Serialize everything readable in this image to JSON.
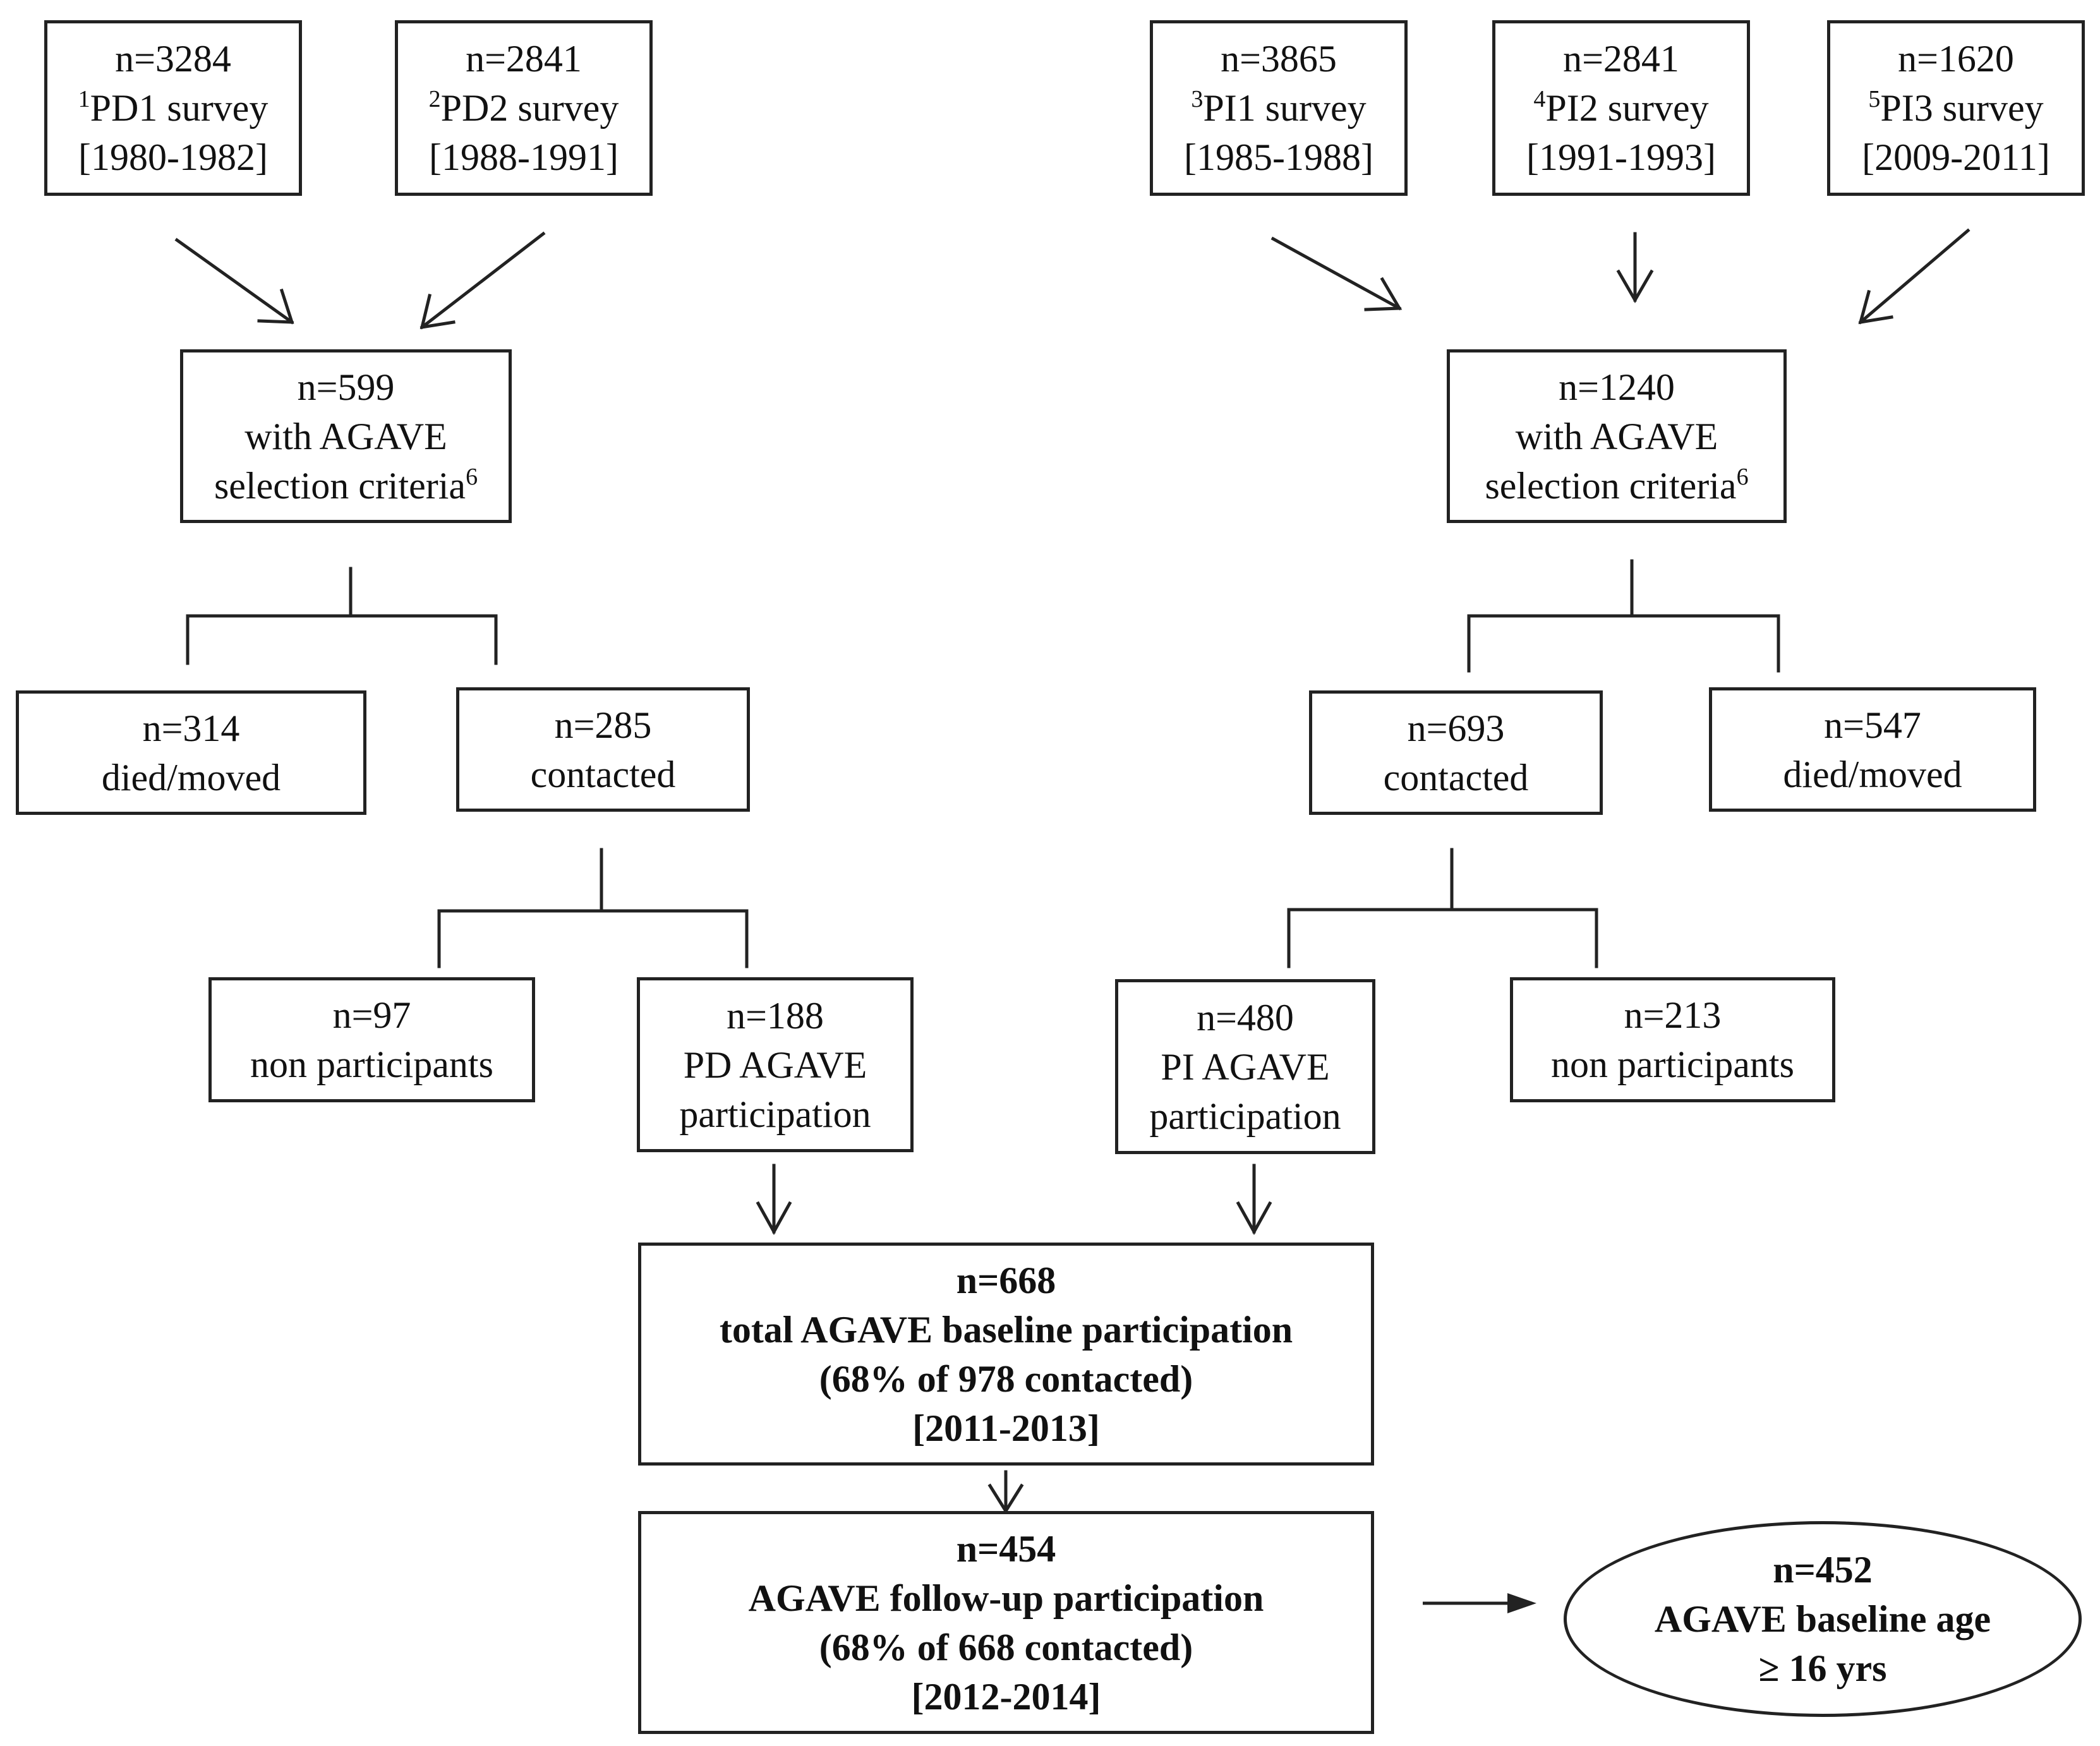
{
  "surveys": [
    {
      "n": "n=3284",
      "sup": "1",
      "name": "PD1 survey",
      "years": "[1980-1982]"
    },
    {
      "n": "n=2841",
      "sup": "2",
      "name": "PD2 survey",
      "years": "[1988-1991]"
    },
    {
      "n": "n=3865",
      "sup": "3",
      "name": "PI1 survey",
      "years": "[1985-1988]"
    },
    {
      "n": "n=2841",
      "sup": "4",
      "name": "PI2 survey",
      "years": "[1991-1993]"
    },
    {
      "n": "n=1620",
      "sup": "5",
      "name": "PI3 survey",
      "years": "[2009-2011]"
    }
  ],
  "pd": {
    "selected": {
      "n": "n=599",
      "line1": "with AGAVE",
      "line2": "selection criteria",
      "sup": "6"
    },
    "died": {
      "n": "n=314",
      "label": "died/moved"
    },
    "contacted": {
      "n": "n=285",
      "label": "contacted"
    },
    "non": {
      "n": "n=97",
      "label": "non participants"
    },
    "participation": {
      "n": "n=188",
      "line1": "PD AGAVE",
      "line2": "participation"
    }
  },
  "pi": {
    "selected": {
      "n": "n=1240",
      "line1": "with AGAVE",
      "line2": "selection criteria",
      "sup": "6"
    },
    "contacted": {
      "n": "n=693",
      "label": "contacted"
    },
    "died": {
      "n": "n=547",
      "label": "died/moved"
    },
    "participation": {
      "n": "n=480",
      "line1": "PI AGAVE",
      "line2": "participation"
    },
    "non": {
      "n": "n=213",
      "label": "non participants"
    }
  },
  "total": {
    "n": "n=668",
    "line1": "total AGAVE baseline participation",
    "line2": "(68% of 978 contacted)",
    "line3": "[2011-2013]"
  },
  "followup": {
    "n": "n=454",
    "line1": "AGAVE follow-up participation",
    "line2": "(68% of 668 contacted)",
    "line3": "[2012-2014]"
  },
  "age": {
    "n": "n=452",
    "line1": "AGAVE baseline age",
    "line2": "≥ 16 yrs"
  }
}
